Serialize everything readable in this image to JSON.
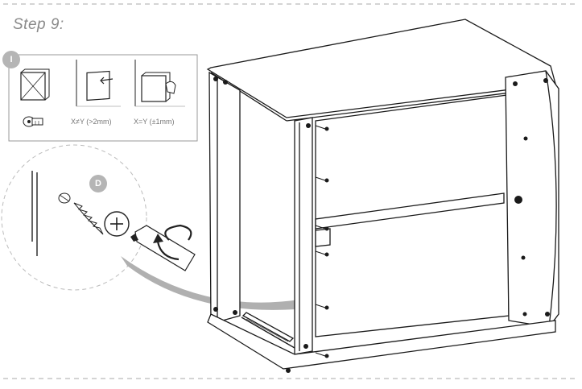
{
  "step": {
    "title": "Step 9:"
  },
  "inset": {
    "badge": "I",
    "captions": [
      "X≠Y (>2mm)",
      "X=Y (±1mm)"
    ]
  },
  "detail": {
    "badge": "D"
  },
  "colors": {
    "line": "#1a1a1a",
    "gray": "#9a9a9a",
    "badge": "#b5b5b5",
    "dashed": "#aaaaaa"
  }
}
